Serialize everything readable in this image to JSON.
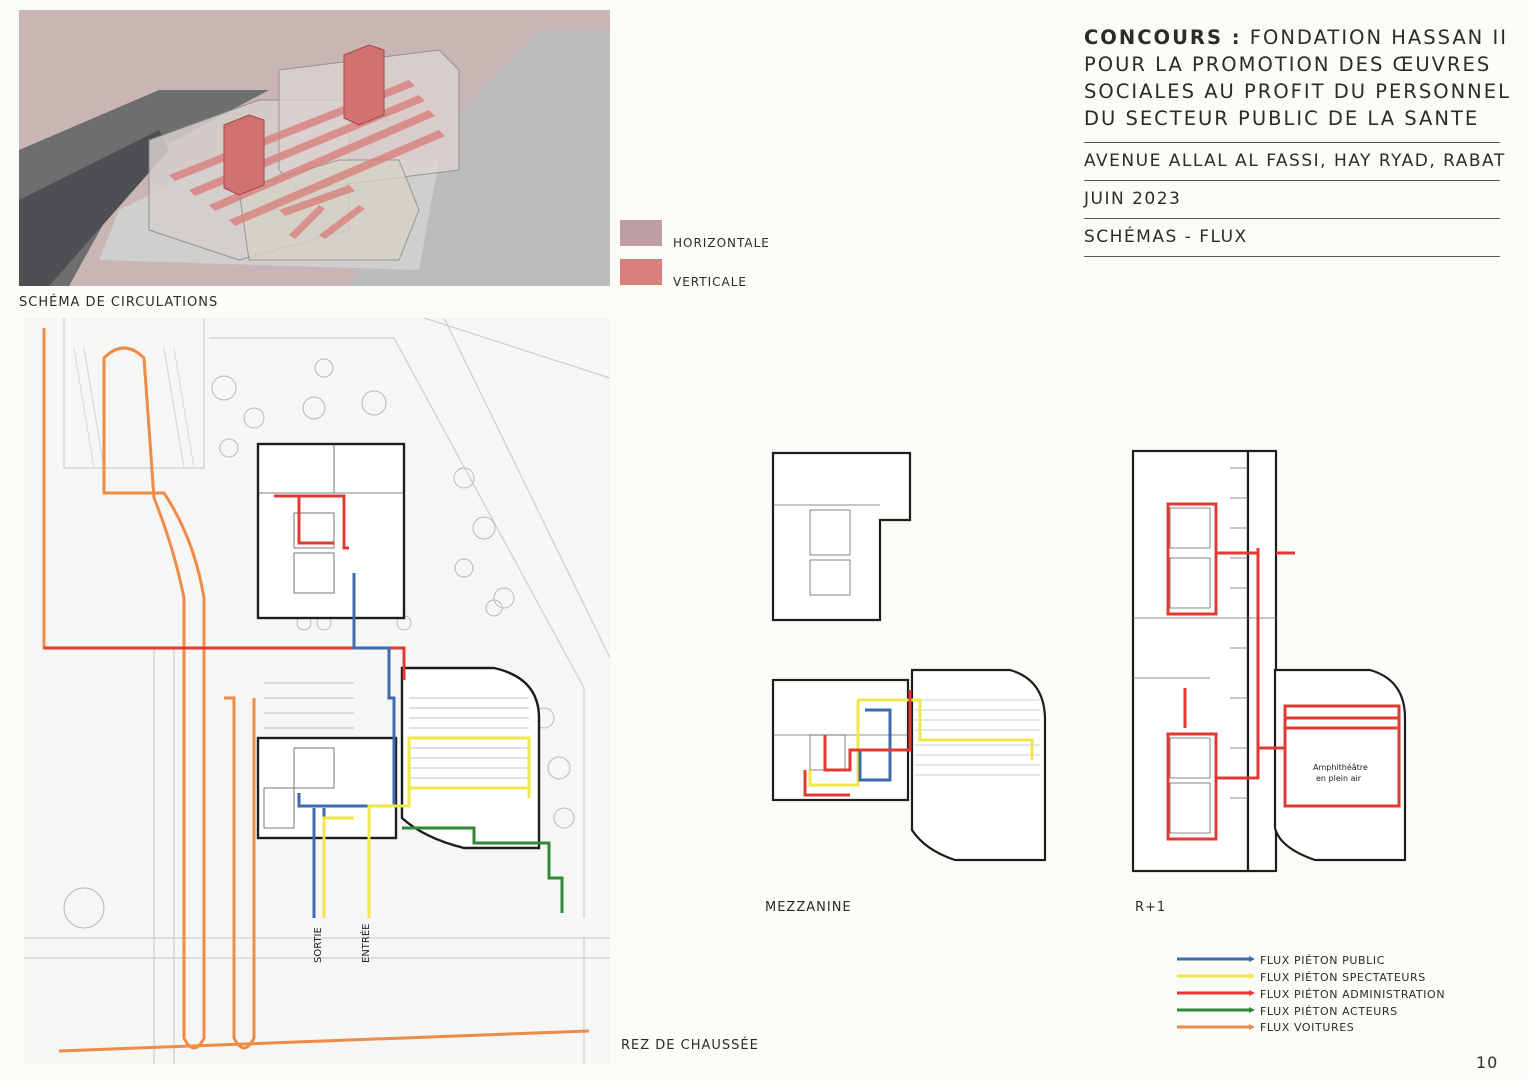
{
  "title": {
    "bold": "CONCOURS :",
    "rest": " FONDATION HASSAN II",
    "lines": [
      "POUR LA PROMOTION DES ŒUVRES",
      "SOCIALES AU PROFIT DU PERSONNEL",
      "DU SECTEUR PUBLIC DE LA SANTE"
    ]
  },
  "address": "AVENUE ALLAL AL FASSI, HAY RYAD, RABAT",
  "date": "JUIN 2023",
  "section": "SCHÉMAS - FLUX",
  "circulation_caption": "SCHÉMA DE CIRCULATIONS",
  "circulation_legend": [
    {
      "label": "HORIZONTALE",
      "color": "#bf9ea3"
    },
    {
      "label": "VERTICALE",
      "color": "#d9807d"
    }
  ],
  "plans": {
    "ground": "REZ DE CHAUSSÉE",
    "mezzanine": "MEZZANINE",
    "first": "R+1",
    "amphi_line1": "Amphithéâtre",
    "amphi_line2": "en plein air",
    "sortie": "SORTIE",
    "entree": "ENTRÉE"
  },
  "flux_legend": [
    {
      "label": "FLUX PIÉTON PUBLIC",
      "color": "#3e6bb0"
    },
    {
      "label": "FLUX PIÉTON SPECTATEURS",
      "color": "#f0e84a"
    },
    {
      "label": "FLUX PIÉTON ADMINISTRATION",
      "color": "#e03a33"
    },
    {
      "label": "FLUX PIÉTON ACTEURS",
      "color": "#2f8a3a"
    },
    {
      "label": "FLUX VOITURES",
      "color": "#ee8b48"
    }
  ],
  "page_number": "10"
}
